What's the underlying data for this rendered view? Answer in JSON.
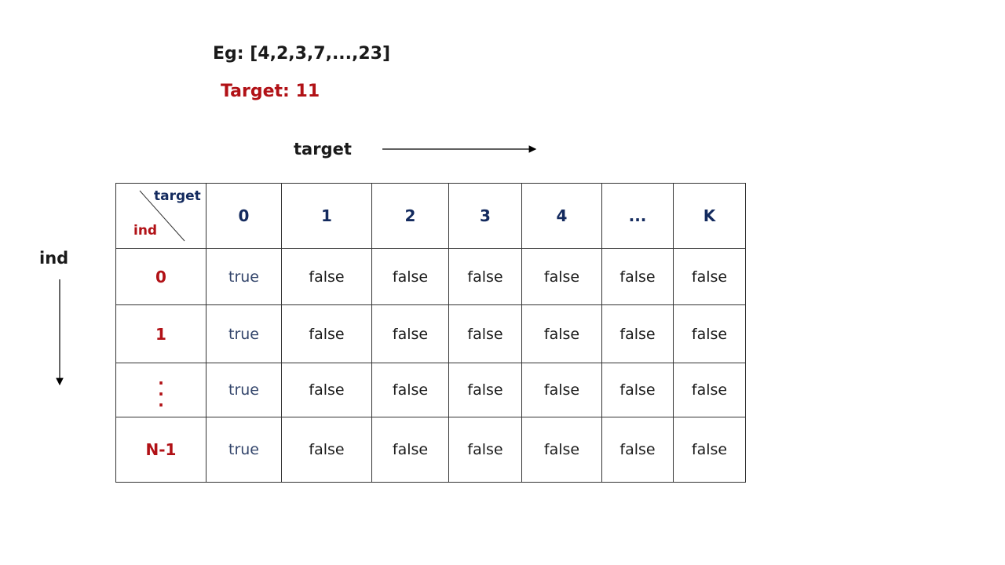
{
  "example": "Eg: [4,2,3,7,...,23]",
  "target_value": "Target: 11",
  "axes": {
    "target_label": "target",
    "ind_label": "ind"
  },
  "table": {
    "corner": {
      "column_label": "target",
      "row_label": "ind"
    },
    "column_headers": [
      "0",
      "1",
      "2",
      "3",
      "4",
      "...",
      "K"
    ],
    "row_labels": [
      "0",
      "1",
      ". . .",
      "N-1"
    ],
    "rows": [
      [
        "true",
        "false",
        "false",
        "false",
        "false",
        "false",
        "false"
      ],
      [
        "true",
        "false",
        "false",
        "false",
        "false",
        "false",
        "false"
      ],
      [
        "true",
        "false",
        "false",
        "false",
        "false",
        "false",
        "false"
      ],
      [
        "true",
        "false",
        "false",
        "false",
        "false",
        "false",
        "false"
      ]
    ]
  },
  "colors": {
    "header": "#132a5e",
    "index": "#b11116",
    "true_value": "#33456b",
    "false_value": "#1a1a1a"
  }
}
